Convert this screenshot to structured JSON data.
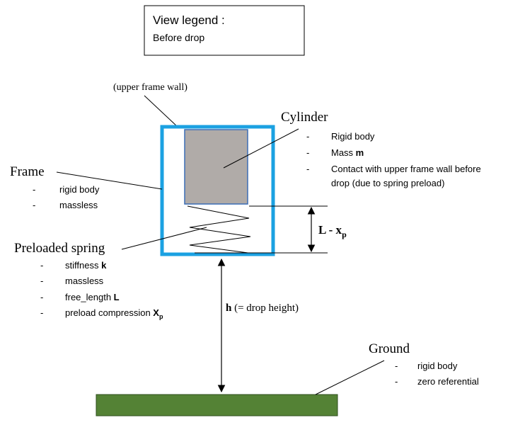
{
  "legend": {
    "title": "View legend :",
    "subtitle": "Before drop"
  },
  "labels": {
    "upper_frame_wall": "(upper frame wall)",
    "cylinder": {
      "title": "Cylinder",
      "bullets": [
        {
          "text": "Rigid body",
          "bold": ""
        },
        {
          "text": "Mass ",
          "bold": "m"
        },
        {
          "text": "Contact with upper frame wall before",
          "bold": ""
        },
        {
          "text": "drop (due to spring preload)",
          "bold": ""
        }
      ]
    },
    "frame": {
      "title": "Frame",
      "bullets": [
        "rigid body",
        "massless"
      ]
    },
    "spring": {
      "title": "Preloaded spring",
      "bullets": [
        {
          "text": "stiffness ",
          "bold": "k",
          "sub": ""
        },
        {
          "text": "massless",
          "bold": "",
          "sub": ""
        },
        {
          "text": "free_length ",
          "bold": "L",
          "sub": ""
        },
        {
          "text": "preload compression ",
          "bold": "X",
          "sub": "p"
        }
      ]
    },
    "dimension": {
      "main": "L - x",
      "sub": "p"
    },
    "drop_height": {
      "bold": "h",
      "rest": " (= drop height)"
    },
    "ground": {
      "title": "Ground",
      "bullets": [
        "rigid body",
        "zero referential"
      ]
    }
  },
  "colors": {
    "frame": "#1ba1e2",
    "cylinder_fill": "#b0aba8",
    "cylinder_stroke": "#3a6db5",
    "ground_fill": "#548235",
    "ground_stroke": "#2f4f1f",
    "ink": "#000000"
  }
}
